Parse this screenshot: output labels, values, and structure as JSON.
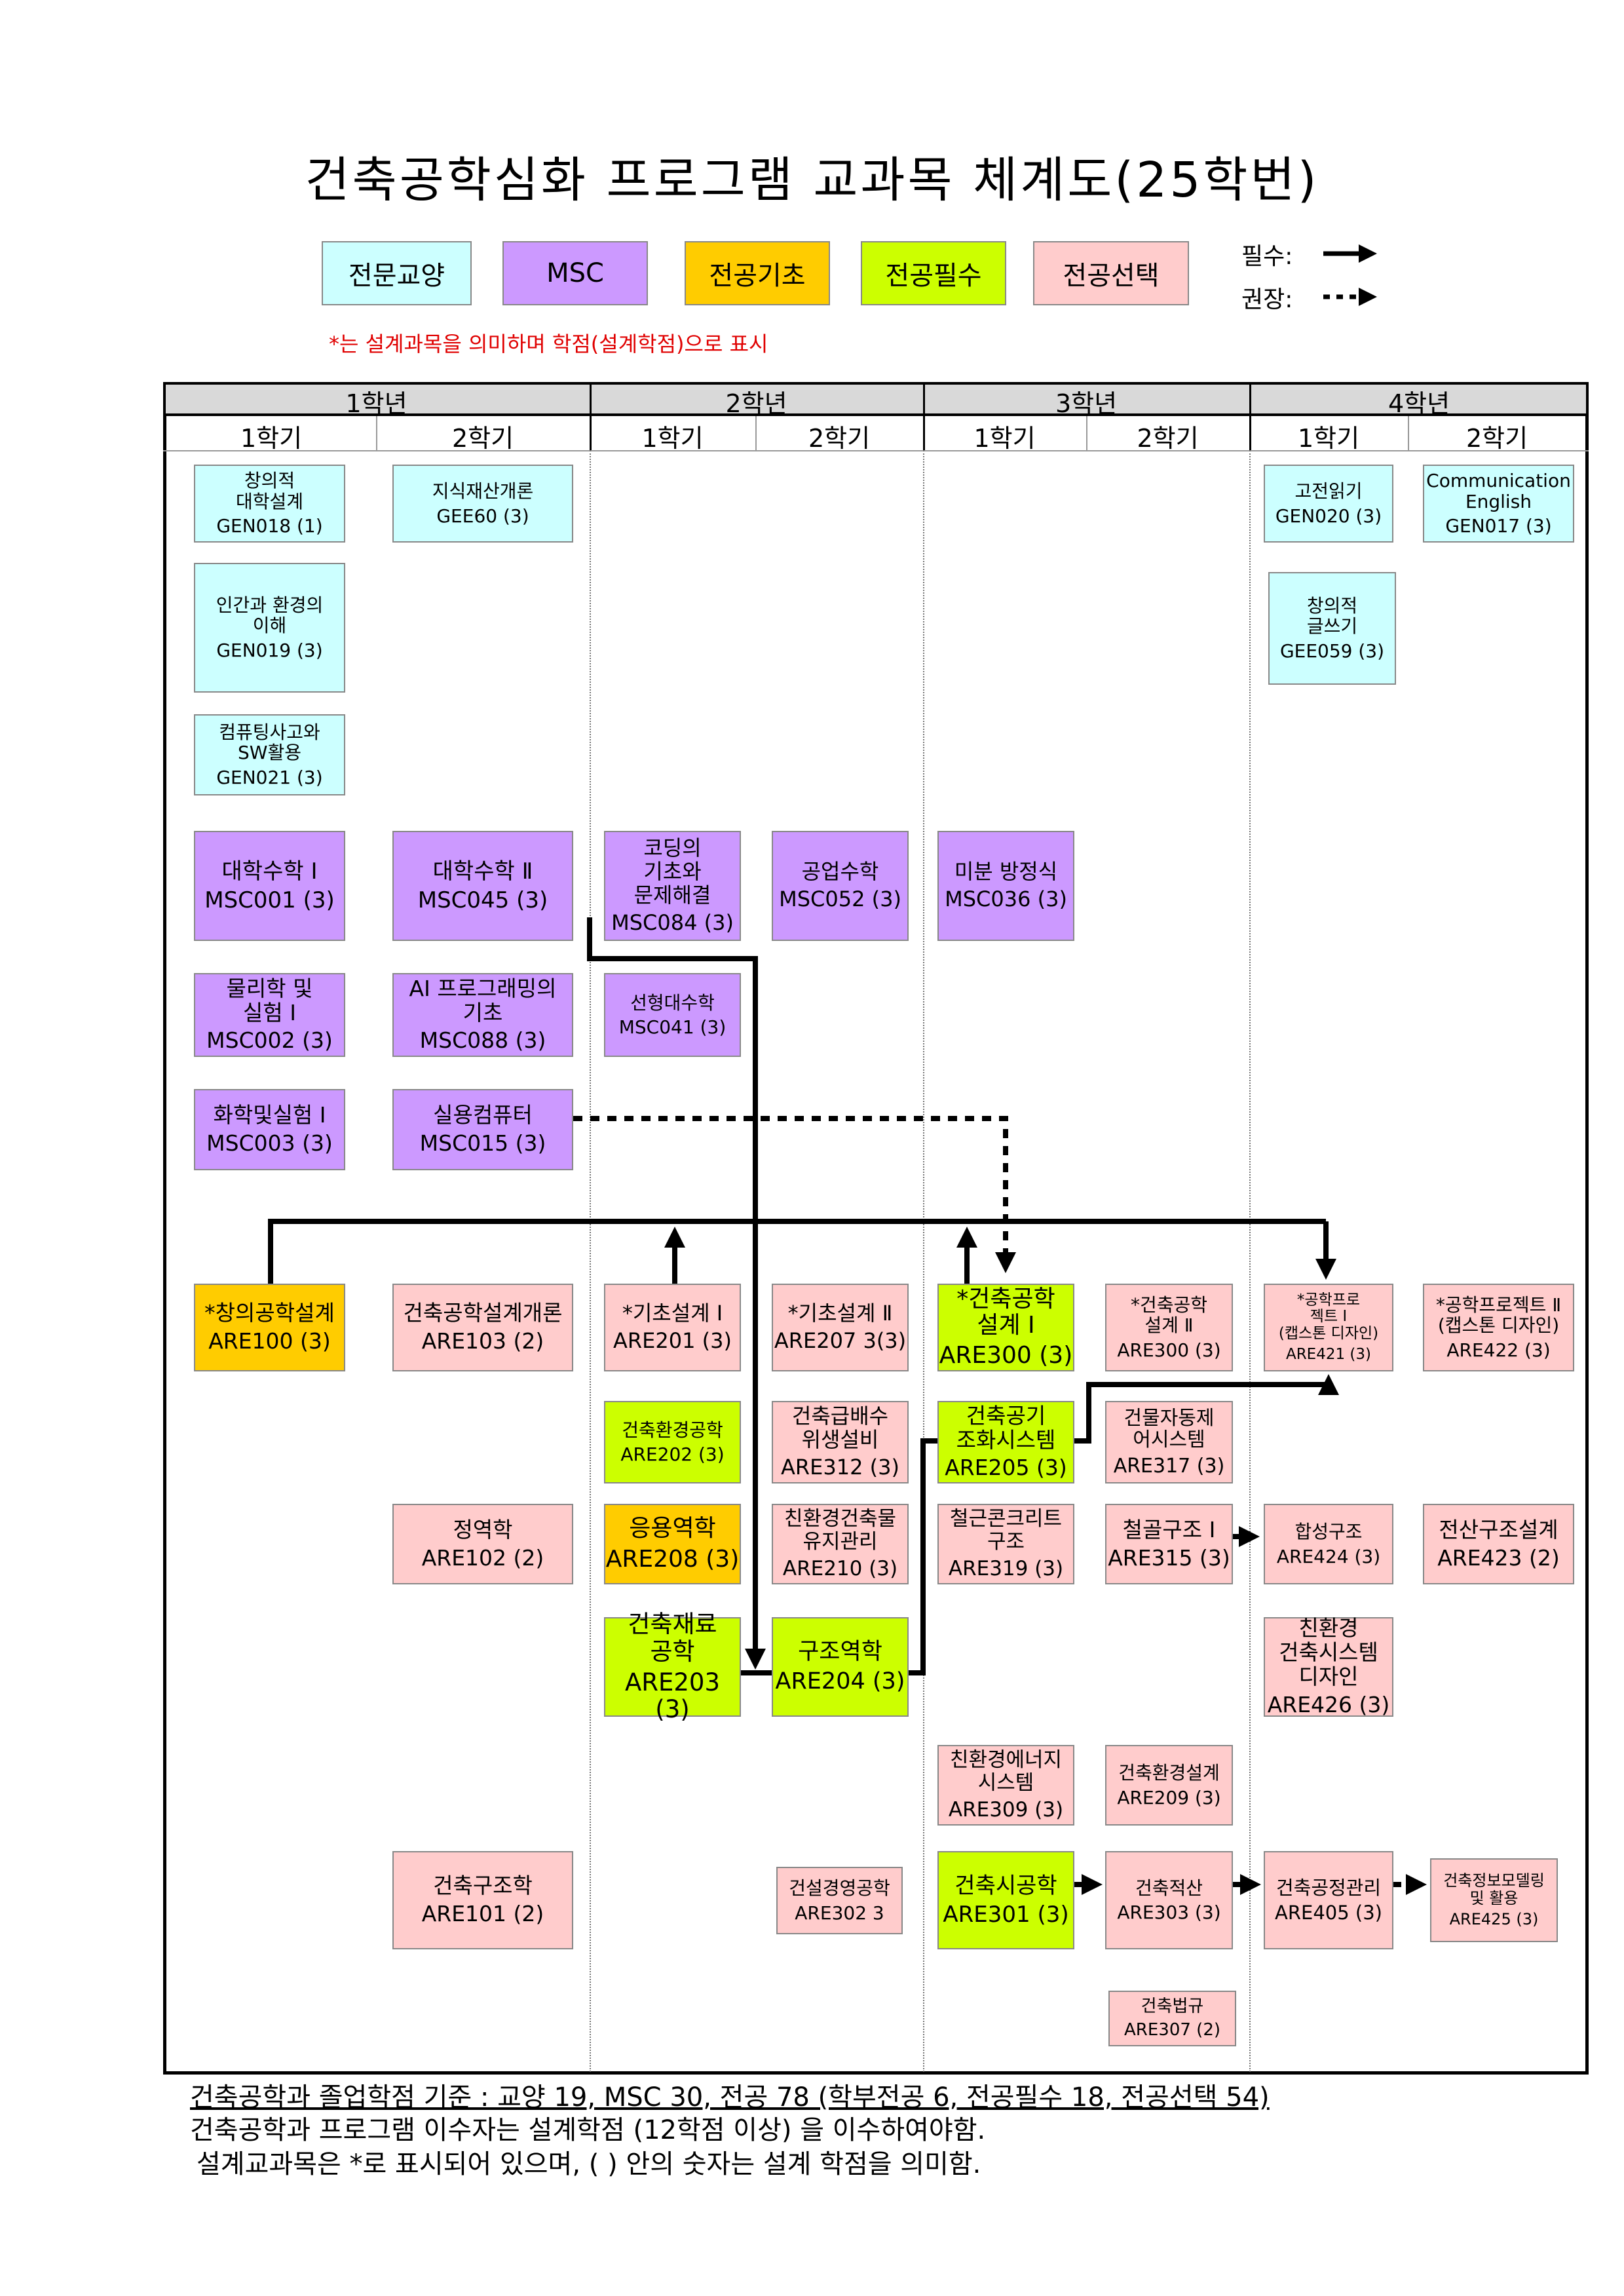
{
  "title": "건축공학심화 프로그램 교과목 체계도(25학번)",
  "legend": {
    "categories": [
      {
        "key": "gen",
        "label": "전문교양",
        "color": "#ccffff"
      },
      {
        "key": "msc",
        "label": "MSC",
        "color": "#cc99ff"
      },
      {
        "key": "basic",
        "label": "전공기초",
        "color": "#ffcc00"
      },
      {
        "key": "req",
        "label": "전공필수",
        "color": "#ccff00"
      },
      {
        "key": "elec",
        "label": "전공선택",
        "color": "#ffcccc"
      }
    ],
    "required_label": "필수:",
    "recommended_label": "권장:"
  },
  "note": "*는 설계과목을 의미하며 학점(설계학점)으로 표시",
  "years": [
    "1학년",
    "2학년",
    "3학년",
    "4학년"
  ],
  "semesters": [
    "1학기",
    "2학기",
    "1학기",
    "2학기",
    "1학기",
    "2학기",
    "1학기",
    "2학기"
  ],
  "courses": [
    {
      "name": "창의적\n대학설계",
      "code": "GEN018 (1)",
      "cat": "gen"
    },
    {
      "name": "지식재산개론",
      "code": "GEE60 (3)",
      "cat": "gen"
    },
    {
      "name": "고전읽기",
      "code": "GEN020 (3)",
      "cat": "gen"
    },
    {
      "name": "Communication\nEnglish",
      "code": "GEN017 (3)",
      "cat": "gen"
    },
    {
      "name": "인간과 환경의\n이해",
      "code": "GEN019 (3)",
      "cat": "gen"
    },
    {
      "name": "창의적\n글쓰기",
      "code": "GEE059 (3)",
      "cat": "gen"
    },
    {
      "name": "컴퓨팅사고와\nSW활용",
      "code": "GEN021 (3)",
      "cat": "gen"
    },
    {
      "name": "대학수학 Ⅰ",
      "code": "MSC001 (3)",
      "cat": "msc"
    },
    {
      "name": "대학수학 Ⅱ",
      "code": "MSC045 (3)",
      "cat": "msc"
    },
    {
      "name": "코딩의\n기초와\n문제해결",
      "code": "MSC084 (3)",
      "cat": "msc"
    },
    {
      "name": "공업수학",
      "code": "MSC052 (3)",
      "cat": "msc"
    },
    {
      "name": "미분 방정식",
      "code": "MSC036 (3)",
      "cat": "msc"
    },
    {
      "name": "물리학 및\n실험 Ⅰ",
      "code": "MSC002 (3)",
      "cat": "msc"
    },
    {
      "name": "AI 프로그래밍의\n기초",
      "code": "MSC088 (3)",
      "cat": "msc"
    },
    {
      "name": "선형대수학",
      "code": "MSC041 (3)",
      "cat": "msc"
    },
    {
      "name": "화학및실험 Ⅰ",
      "code": "MSC003 (3)",
      "cat": "msc"
    },
    {
      "name": "실용컴퓨터",
      "code": "MSC015 (3)",
      "cat": "msc"
    },
    {
      "name": "*창의공학설계",
      "code": "ARE100 (3)",
      "cat": "basic"
    },
    {
      "name": "건축공학설계개론",
      "code": "ARE103 (2)",
      "cat": "elec"
    },
    {
      "name": "*기초설계 Ⅰ",
      "code": "ARE201 (3)",
      "cat": "elec"
    },
    {
      "name": "*기초설계 Ⅱ",
      "code": "ARE207 3(3)",
      "cat": "elec"
    },
    {
      "name": "*건축공학\n설계 Ⅰ",
      "code": "ARE300 (3)",
      "cat": "req"
    },
    {
      "name": "*건축공학\n설계 Ⅱ",
      "code": "ARE300 (3)",
      "cat": "elec"
    },
    {
      "name": "*공학프로\n젝트 Ⅰ\n(캡스톤 디자인)",
      "code": "ARE421 (3)",
      "cat": "elec"
    },
    {
      "name": "*공학프로젝트 Ⅱ\n(캡스톤 디자인)",
      "code": "ARE422 (3)",
      "cat": "elec"
    },
    {
      "name": "건축환경공학",
      "code": "ARE202 (3)",
      "cat": "req"
    },
    {
      "name": "건축급배수\n위생설비",
      "code": "ARE312 (3)",
      "cat": "elec"
    },
    {
      "name": "건축공기\n조화시스템",
      "code": "ARE205 (3)",
      "cat": "req"
    },
    {
      "name": "건물자동제\n어시스템",
      "code": "ARE317 (3)",
      "cat": "elec"
    },
    {
      "name": "정역학",
      "code": "ARE102 (2)",
      "cat": "elec"
    },
    {
      "name": "응용역학",
      "code": "ARE208 (3)",
      "cat": "basic"
    },
    {
      "name": "친환경건축물\n유지관리",
      "code": "ARE210 (3)",
      "cat": "elec"
    },
    {
      "name": "철근콘크리트\n구조",
      "code": "ARE319 (3)",
      "cat": "elec"
    },
    {
      "name": "철골구조 Ⅰ",
      "code": "ARE315 (3)",
      "cat": "elec"
    },
    {
      "name": "합성구조",
      "code": "ARE424 (3)",
      "cat": "elec"
    },
    {
      "name": "전산구조설계",
      "code": "ARE423 (2)",
      "cat": "elec"
    },
    {
      "name": "건축재료\n공학",
      "code": "ARE203 (3)",
      "cat": "req"
    },
    {
      "name": "구조역학",
      "code": "ARE204 (3)",
      "cat": "req"
    },
    {
      "name": "친환경\n건축시스템\n디자인",
      "code": "ARE426 (3)",
      "cat": "elec"
    },
    {
      "name": "친환경에너지\n시스템",
      "code": "ARE309 (3)",
      "cat": "elec"
    },
    {
      "name": "건축환경설계",
      "code": "ARE209 (3)",
      "cat": "elec"
    },
    {
      "name": "건축구조학",
      "code": "ARE101 (2)",
      "cat": "elec"
    },
    {
      "name": "건설경영공학",
      "code": "ARE302 3",
      "cat": "elec"
    },
    {
      "name": "건축시공학",
      "code": "ARE301 (3)",
      "cat": "req"
    },
    {
      "name": "건축적산",
      "code": "ARE303 (3)",
      "cat": "elec"
    },
    {
      "name": "건축공정관리",
      "code": "ARE405 (3)",
      "cat": "elec"
    },
    {
      "name": "건축정보모델링\n및 활용",
      "code": "ARE425 (3)",
      "cat": "elec"
    },
    {
      "name": "건축법규",
      "code": "ARE307 (2)",
      "cat": "elec"
    }
  ],
  "footer": [
    "건축공학과 졸업학점 기준 : 교양 19, MSC 30, 전공 78 (학부전공 6, 전공필수 18, 전공선택 54)",
    "건축공학과 프로그램 이수자는 설계학점 (12학점 이상) 을 이수하여야함.",
    "설계교과목은  *로 표시되어 있으며, ( ) 안의 숫자는 설계 학점을 의미함."
  ]
}
